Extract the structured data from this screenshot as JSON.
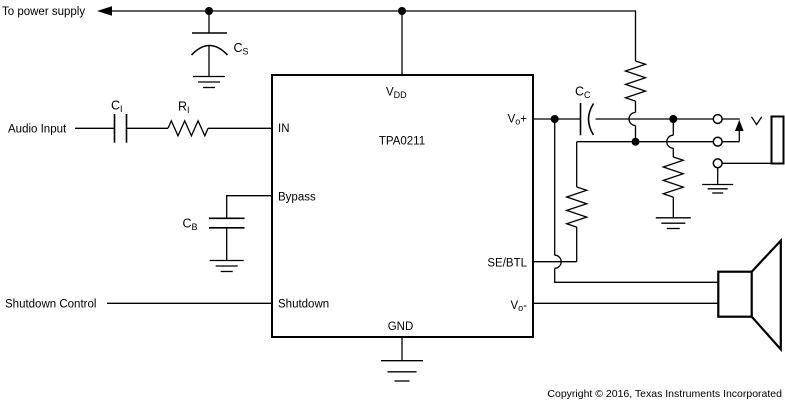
{
  "figure": {
    "copyright": "Copyright © 2016, Texas Instruments Incorporated"
  },
  "annotations": {
    "to_power_supply": "To power supply",
    "audio_input": "Audio Input",
    "shutdown_control": "Shutdown Control"
  },
  "ic": {
    "part_number": "TPA0211",
    "pins": {
      "vdd": {
        "base": "V",
        "sub": "DD"
      },
      "in": "IN",
      "bypass": "Bypass",
      "shutdown": "Shutdown",
      "gnd": "GND",
      "vo_plus": {
        "base": "V",
        "sub": "o",
        "polarity": "+"
      },
      "se_btl": "SE/BTL",
      "vo_minus": {
        "base": "V",
        "sub": "o",
        "polarity": "-"
      }
    }
  },
  "components": {
    "cs": {
      "base": "C",
      "sub": "S"
    },
    "ci": {
      "base": "C",
      "sub": "I"
    },
    "ri": {
      "base": "R",
      "sub": "I"
    },
    "cb": {
      "base": "C",
      "sub": "B"
    },
    "cc": {
      "base": "C",
      "sub": "C"
    }
  },
  "colors": {
    "wire": "#000000",
    "background": "#ffffff",
    "text": "#000000"
  }
}
